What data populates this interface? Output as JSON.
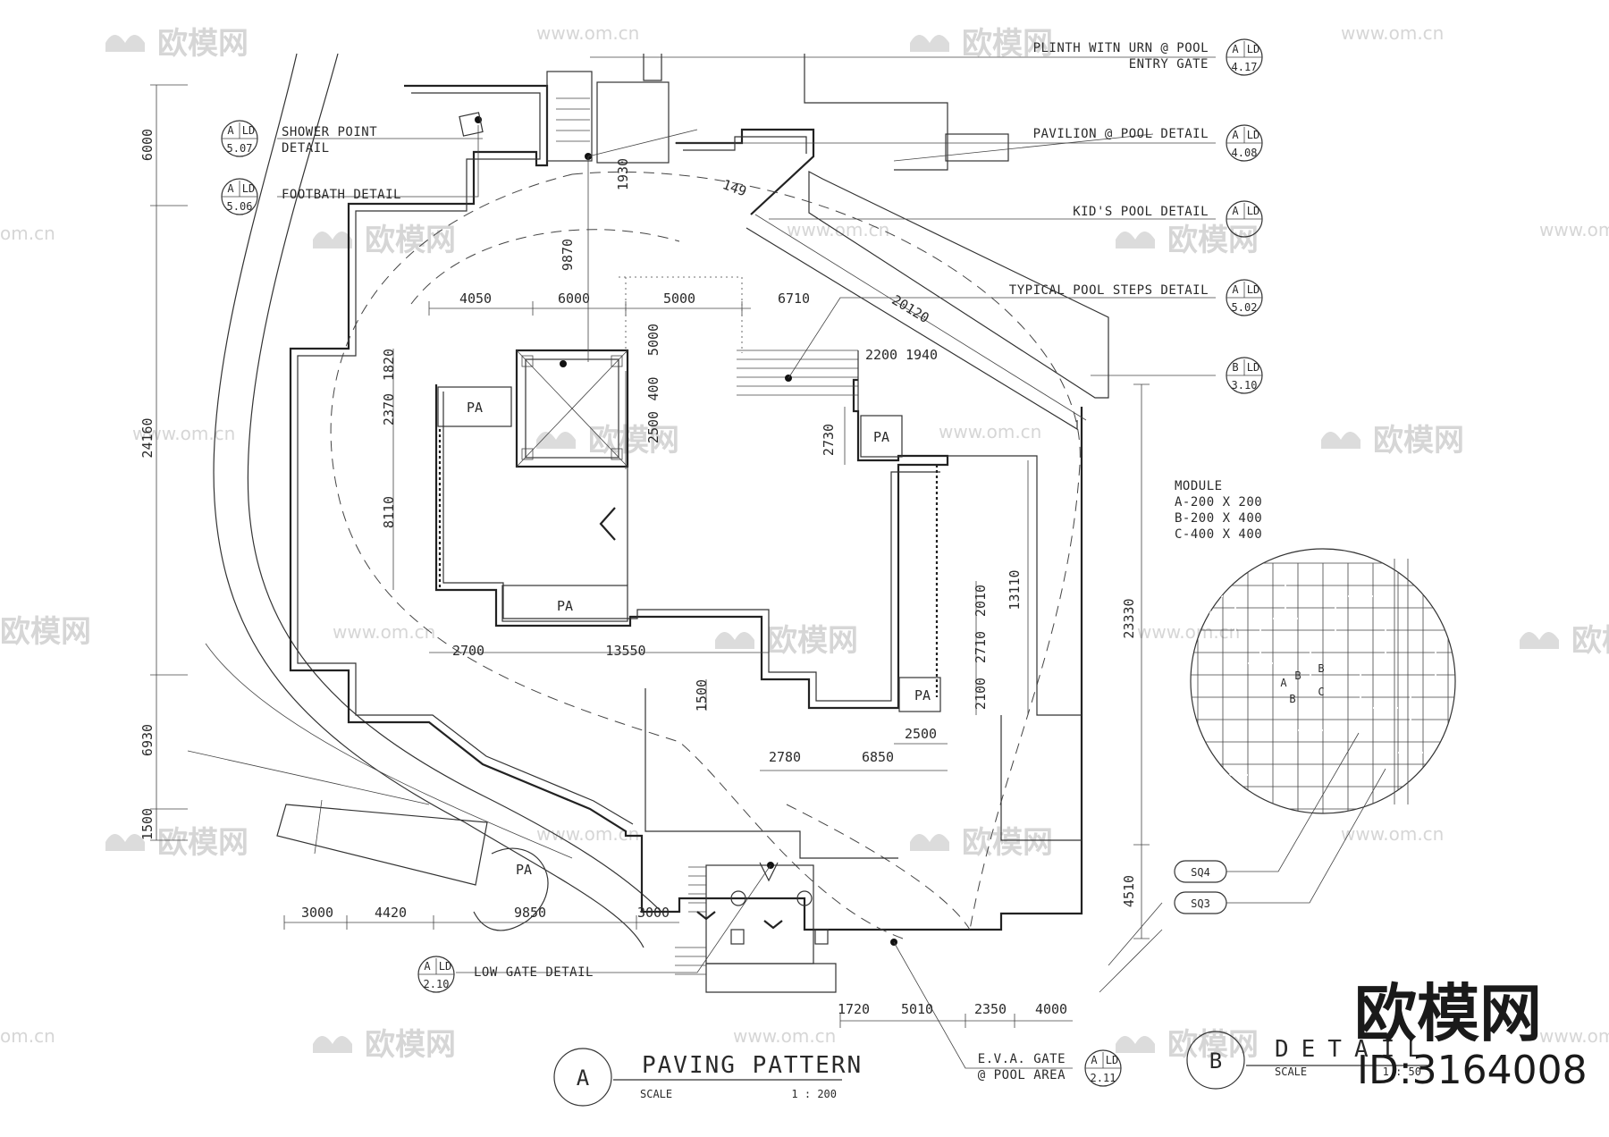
{
  "drawing": {
    "callouts": [
      {
        "label_lines": [
          "PLINTH WITN URN @ POOL",
          "ENTRY GATE"
        ],
        "sheet": "A",
        "series": "LD",
        "ref": "4.17"
      },
      {
        "label_lines": [
          "PAVILION @ POOL DETAIL"
        ],
        "sheet": "A",
        "series": "LD",
        "ref": "4.08"
      },
      {
        "label_lines": [
          "KID'S POOL DETAIL"
        ],
        "sheet": "A",
        "series": "LD",
        "ref": ""
      },
      {
        "label_lines": [
          "TYPICAL POOL STEPS DETAIL"
        ],
        "sheet": "A",
        "series": "LD",
        "ref": "5.02"
      },
      {
        "label_lines": [
          ""
        ],
        "sheet": "B",
        "series": "LD",
        "ref": "3.10"
      },
      {
        "label_lines": [
          "SHOWER POINT",
          "DETAIL"
        ],
        "sheet": "A",
        "series": "LD",
        "ref": "5.07"
      },
      {
        "label_lines": [
          "FOOTBATH DETAIL"
        ],
        "sheet": "A",
        "series": "LD",
        "ref": "5.06"
      },
      {
        "label_lines": [
          "LOW GATE DETAIL"
        ],
        "sheet": "A",
        "series": "LD",
        "ref": "2.10"
      },
      {
        "label_lines": [
          "E.V.A. GATE",
          "@ POOL AREA"
        ],
        "sheet": "A",
        "series": "LD",
        "ref": "2.11"
      }
    ],
    "dimensions": {
      "left_vertical": [
        "6000",
        "24160",
        "6930",
        "1500"
      ],
      "top_row": [
        "4050",
        "6000",
        "5000",
        "6710",
        "20120"
      ],
      "top_vertical": [
        "1930",
        "9870",
        "5000",
        "400",
        "2500"
      ],
      "misc": [
        "149",
        "2200",
        "1940",
        "1820",
        "2370",
        "8110",
        "2730",
        "13110",
        "2010",
        "2710",
        "2100",
        "23330",
        "4510",
        "2700",
        "13550",
        "1500",
        "2500",
        "2780",
        "6850"
      ],
      "bottom_left": [
        "3000",
        "4420",
        "9850",
        "3000"
      ],
      "bottom_right": [
        "1720",
        "5010",
        "2350",
        "4000"
      ]
    },
    "pa_labels": [
      "PA",
      "PA",
      "PA",
      "PA",
      "PA"
    ],
    "module": {
      "title": "MODULE",
      "items": [
        "A-200 X 200",
        "B-200 X 400",
        "C-400 X 400"
      ],
      "detail_letters": [
        "A",
        "B",
        "B",
        "C",
        "B"
      ],
      "tags": [
        "SQ4",
        "SQ3"
      ]
    },
    "title_a": {
      "marker": "A",
      "title": "PAVING PATTERN",
      "scale_label": "SCALE",
      "scale_value": "1 : 200"
    },
    "title_b": {
      "marker": "B",
      "title": "DETAIL",
      "scale_label": "SCALE",
      "scale_value": "1 : 50"
    }
  },
  "watermark": {
    "brand": "欧模网",
    "url": "www.om.cn",
    "url_partial": "om.cn",
    "partial": "欧模网",
    "id": "ID:3164008"
  }
}
